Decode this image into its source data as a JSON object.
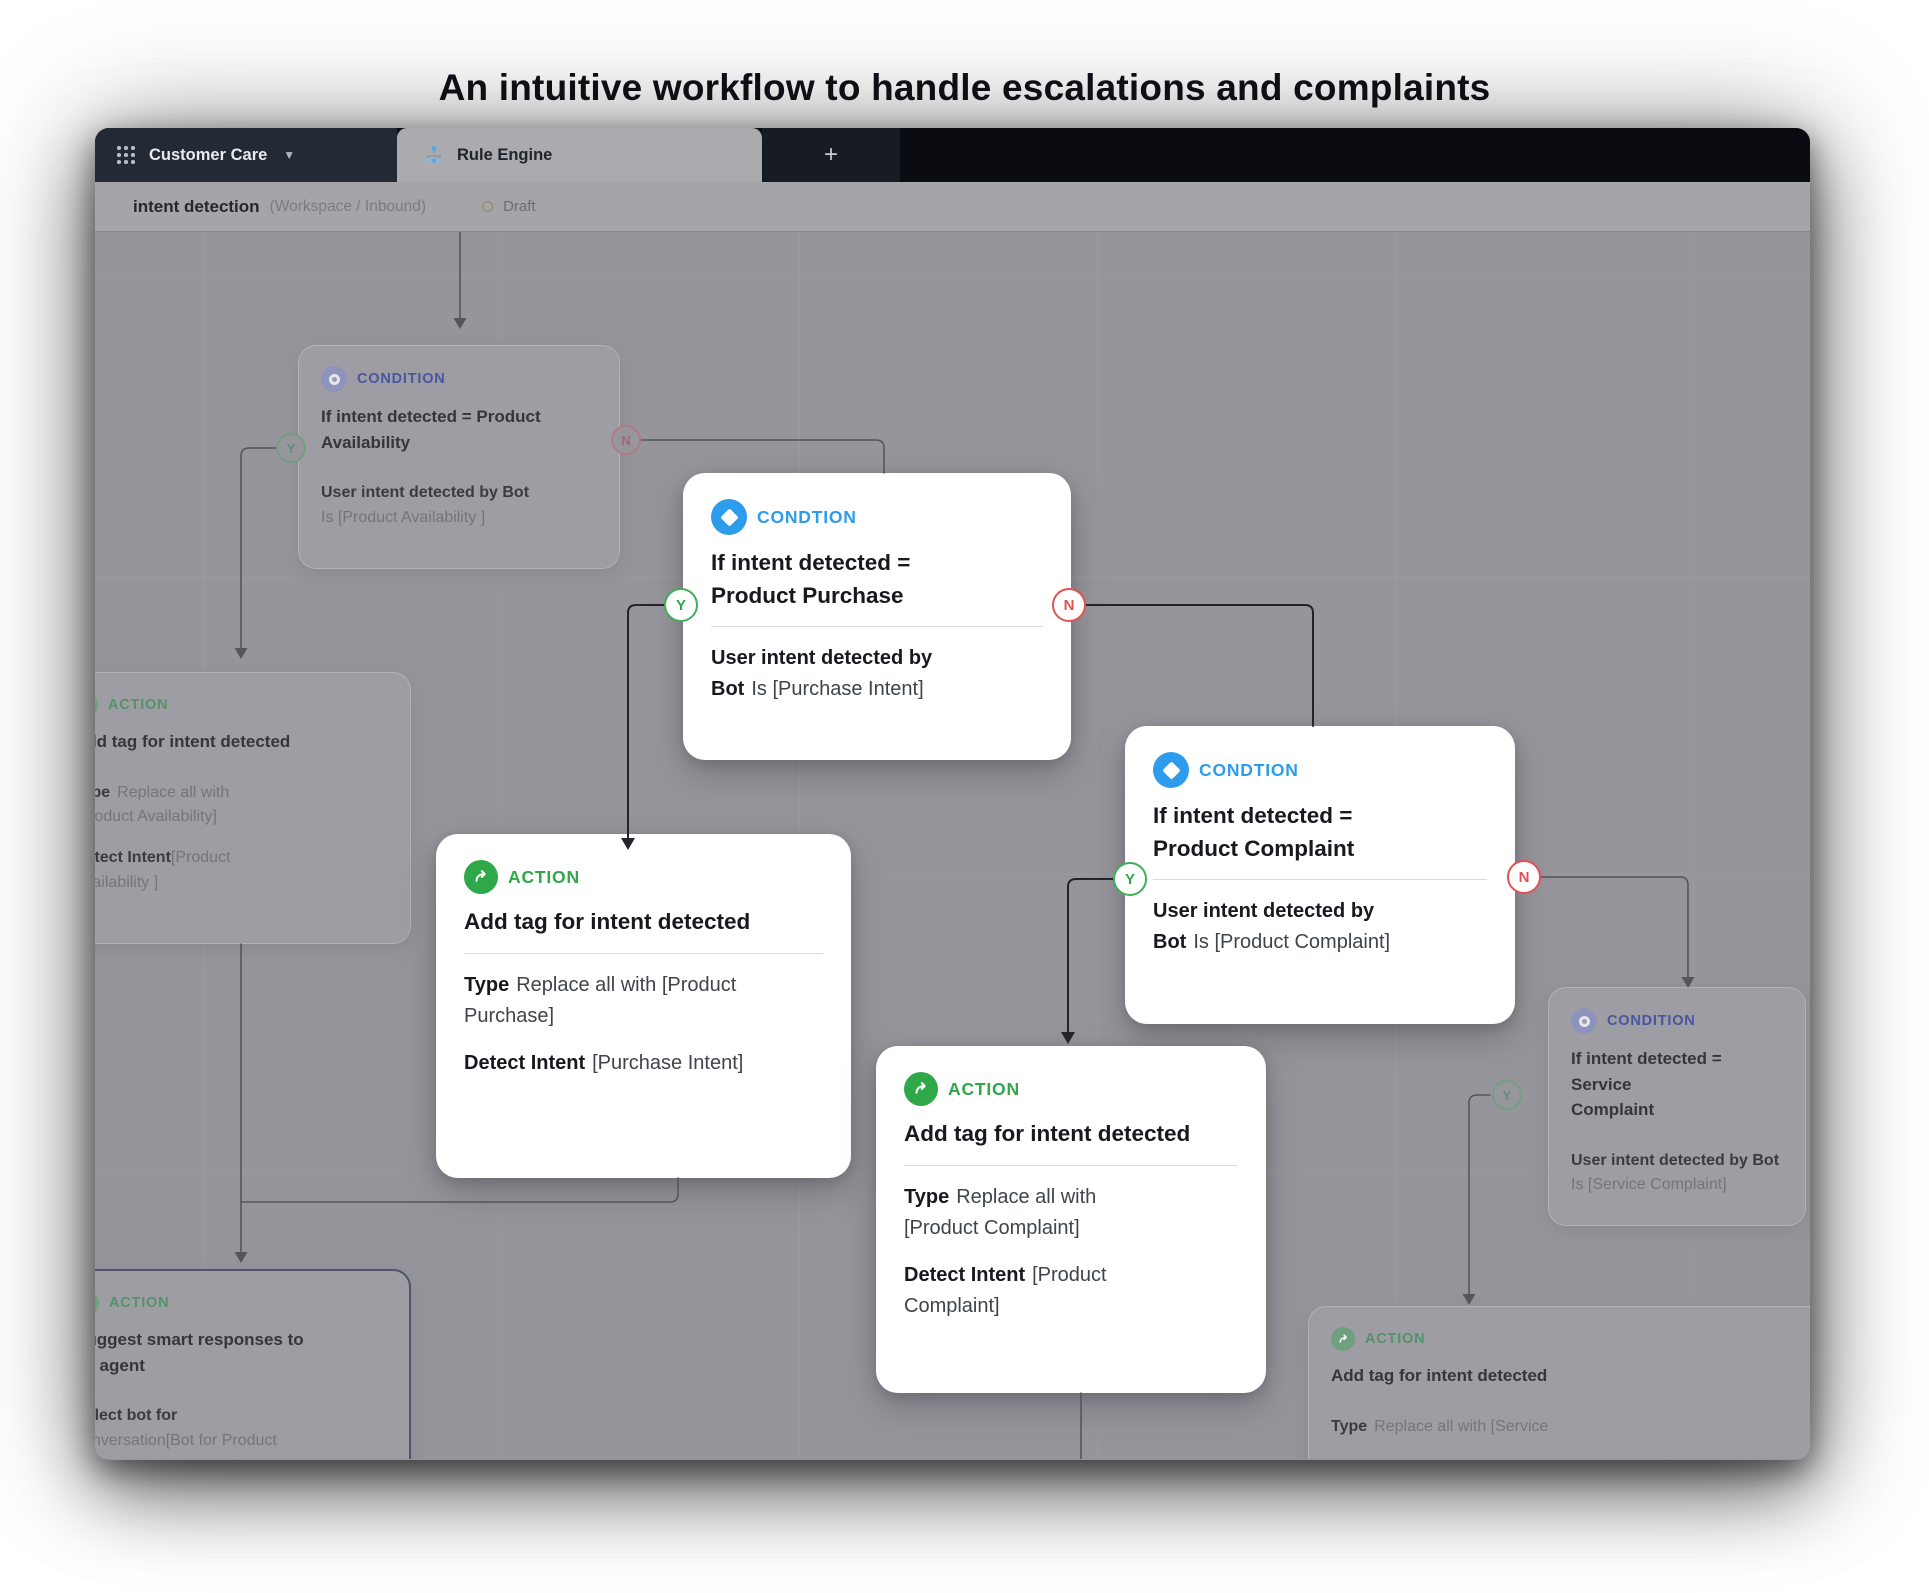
{
  "page_title": "An intuitive workflow to handle escalations and complaints",
  "navbar": {
    "app_menu": "Customer Care",
    "tab": "Rule Engine",
    "new_tab": "+"
  },
  "breadcrumb": {
    "name": "intent detection",
    "path": "(Workspace / Inbound)",
    "status": "Draft"
  },
  "badges": {
    "yes": "Y",
    "no": "N"
  },
  "palette": {
    "condition_blue": "#2D9CEC",
    "action_green": "#2FA84A",
    "yes_green": "#3FAF58",
    "no_red": "#E05252",
    "navbar_dark": "#0A0C11",
    "canvas_gray": "#96959B"
  },
  "nodes": {
    "condA": {
      "label": "CONDITION",
      "title1": "If intent detected = Product",
      "title2": "Availability",
      "body_bold": "User intent detected by Bot",
      "body_rest": "Is [Product Availability ]"
    },
    "condB": {
      "label": "CONDTION",
      "title1": "If intent detected =",
      "title2": "Product Purchase",
      "body_bold1": "User intent detected by",
      "body_bold2": "Bot",
      "body_rest": "Is [Purchase Intent]"
    },
    "actC": {
      "label": "ACTION",
      "title": "Add tag for intent detected",
      "type_label": "Type",
      "type1": "Replace all with",
      "type2": "[Product Availability]",
      "detect_label": "Detect Intent",
      "detect1": "[Product",
      "detect2": "Availability ]"
    },
    "actD": {
      "label": "ACTION",
      "title": "Add tag for intent detected",
      "type_label": "Type",
      "type1": "Replace all with [Product",
      "type2": "Purchase]",
      "detect_label": "Detect Intent",
      "detect1": "[Purchase Intent]"
    },
    "condE": {
      "label": "CONDTION",
      "title1": "If intent detected =",
      "title2": "Product Complaint",
      "body_bold1": "User intent detected by",
      "body_bold2": "Bot",
      "body_rest": "Is [Product Complaint]"
    },
    "actF": {
      "label": "ACTION",
      "title": "Add tag for intent detected",
      "type_label": "Type",
      "type1": "Replace all with",
      "type2": "[Product Complaint]",
      "detect_label": "Detect Intent",
      "detect1": "[Product",
      "detect2": "Complaint]"
    },
    "condG": {
      "label": "CONDITION",
      "title1": "If intent detected = Service",
      "title2": "Complaint",
      "body_bold": "User intent detected by Bot",
      "body_rest": "Is [Service Complaint]"
    },
    "actH": {
      "label": "ACTION",
      "title": "Add tag for intent detected",
      "type_label": "Type",
      "type1": "Replace all with [Service"
    },
    "actI": {
      "label": "ACTION",
      "title1": "Suggest smart responses to",
      "title2": "an agent",
      "body_bold": "Select bot for",
      "body_rest": "conversation[Bot for Product"
    }
  }
}
